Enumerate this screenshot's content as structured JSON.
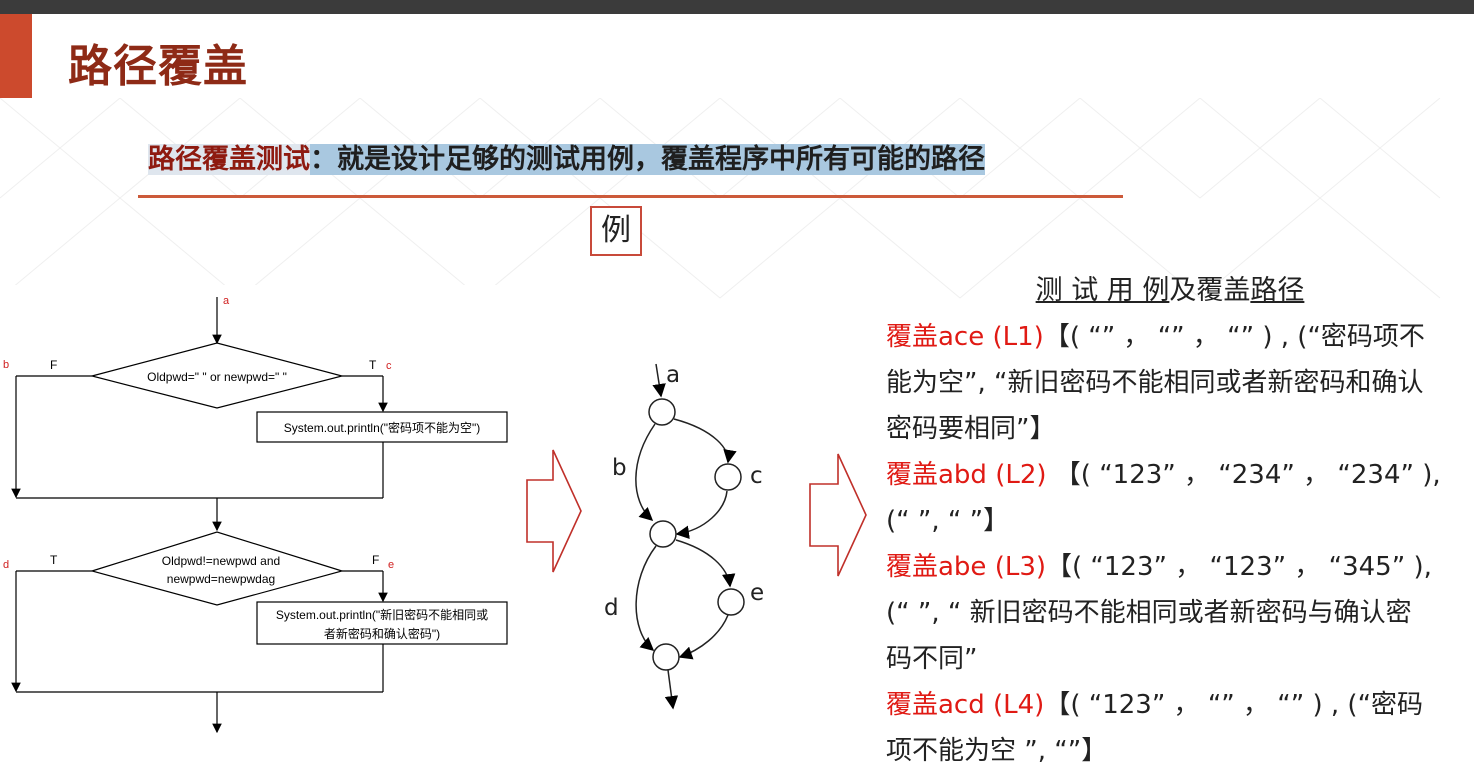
{
  "header": {
    "title": "路径覆盖"
  },
  "subtitle": {
    "key": "路径覆盖测试",
    "rest": "：就是设计足够的测试用例，覆盖程序中所有可能的路径"
  },
  "example_label": "例",
  "flowchart": {
    "label_a": "a",
    "label_b": "b",
    "label_c": "c",
    "label_d": "d",
    "label_e": "e",
    "cond1": "Oldpwd=\" \" or newpwd=\" \"",
    "cond1_false": "F",
    "cond1_true": "T",
    "print1": "System.out.println(\"密码项不能为空\")",
    "cond2_line1": "Oldpwd!=newpwd  and",
    "cond2_line2": "newpwd=newpwdag",
    "cond2_true": "T",
    "cond2_false": "F",
    "print2_line1": "System.out.println(\"新旧密码不能相同或",
    "print2_line2": "者新密码和确认密码\")"
  },
  "path_graph": {
    "nodes": {
      "a": "a",
      "b": "b",
      "c": "c",
      "d": "d",
      "e": "e"
    }
  },
  "testcases": {
    "heading_p1": "测 试 用 例",
    "heading_p2": "及覆盖",
    "heading_p3": "路径",
    "l1_red": "覆盖ace (L1)",
    "l1_text1": "【( “” ， “” ， “” ) , (“密码项不",
    "l1_text2": "能为空”, “新旧密码不能相同或者新密码和确认",
    "l1_text3": "密码要相同”】",
    "l2_red": "覆盖abd (L2)",
    "l2_text1": " 【( “123” ， “234” ， “234” ),",
    "l2_text2": "(“ ”, “ ”】",
    "l3_red": "覆盖abe (L3)",
    "l3_text1": "【( “123” ， “123” ， “345” ),",
    "l3_text2": "(“ ”, “ 新旧密码不能相同或者新密码与确认密",
    "l3_text3": "码不同”",
    "l4_red": "覆盖acd (L4)",
    "l4_text1": "【( “123” ， “” ， “” ) , (“密码",
    "l4_text2": "项不能为空 ”, “”】"
  }
}
